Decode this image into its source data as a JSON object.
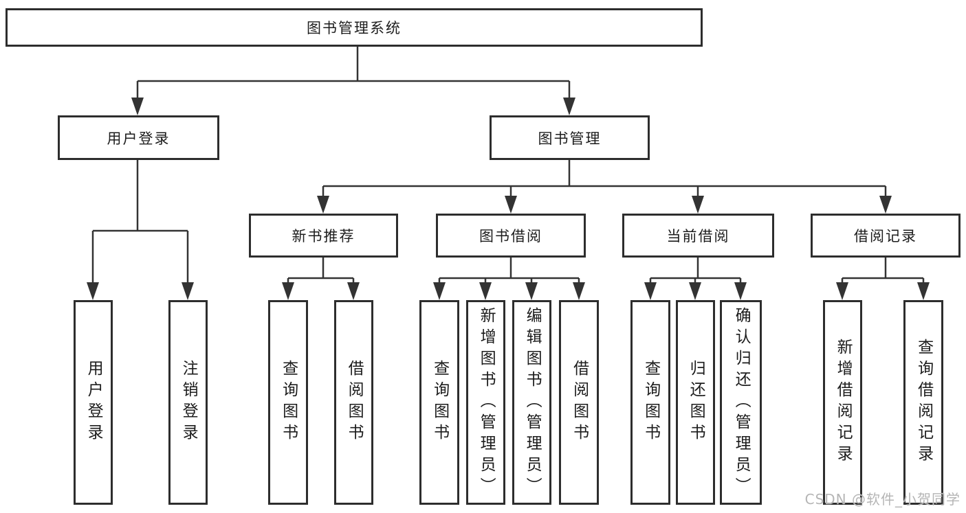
{
  "diagram": {
    "title": "图书管理系统",
    "level2": [
      "用户登录",
      "图书管理"
    ],
    "level3": [
      "新书推荐",
      "图书借阅",
      "当前借阅",
      "借阅记录"
    ],
    "leaves": {
      "user_login": [
        "用户登录",
        "注销登录"
      ],
      "new_book_recommend": [
        "查询图书",
        "借阅图书"
      ],
      "book_borrow": [
        "查询图书",
        "新增图书（管理员）",
        "编辑图书（管理员）",
        "借阅图书"
      ],
      "current_borrow": [
        "查询图书",
        "归还图书",
        "确认归还（管理员）"
      ],
      "borrow_records": [
        "新增借阅记录",
        "查询借阅记录"
      ]
    },
    "colors": {
      "line": "#333333",
      "box_border": "#2d2d2d",
      "text": "#1c1c1c"
    }
  },
  "watermark": {
    "text": "CSDN @软件_小贺同学",
    "color": "#b5b5b5"
  }
}
